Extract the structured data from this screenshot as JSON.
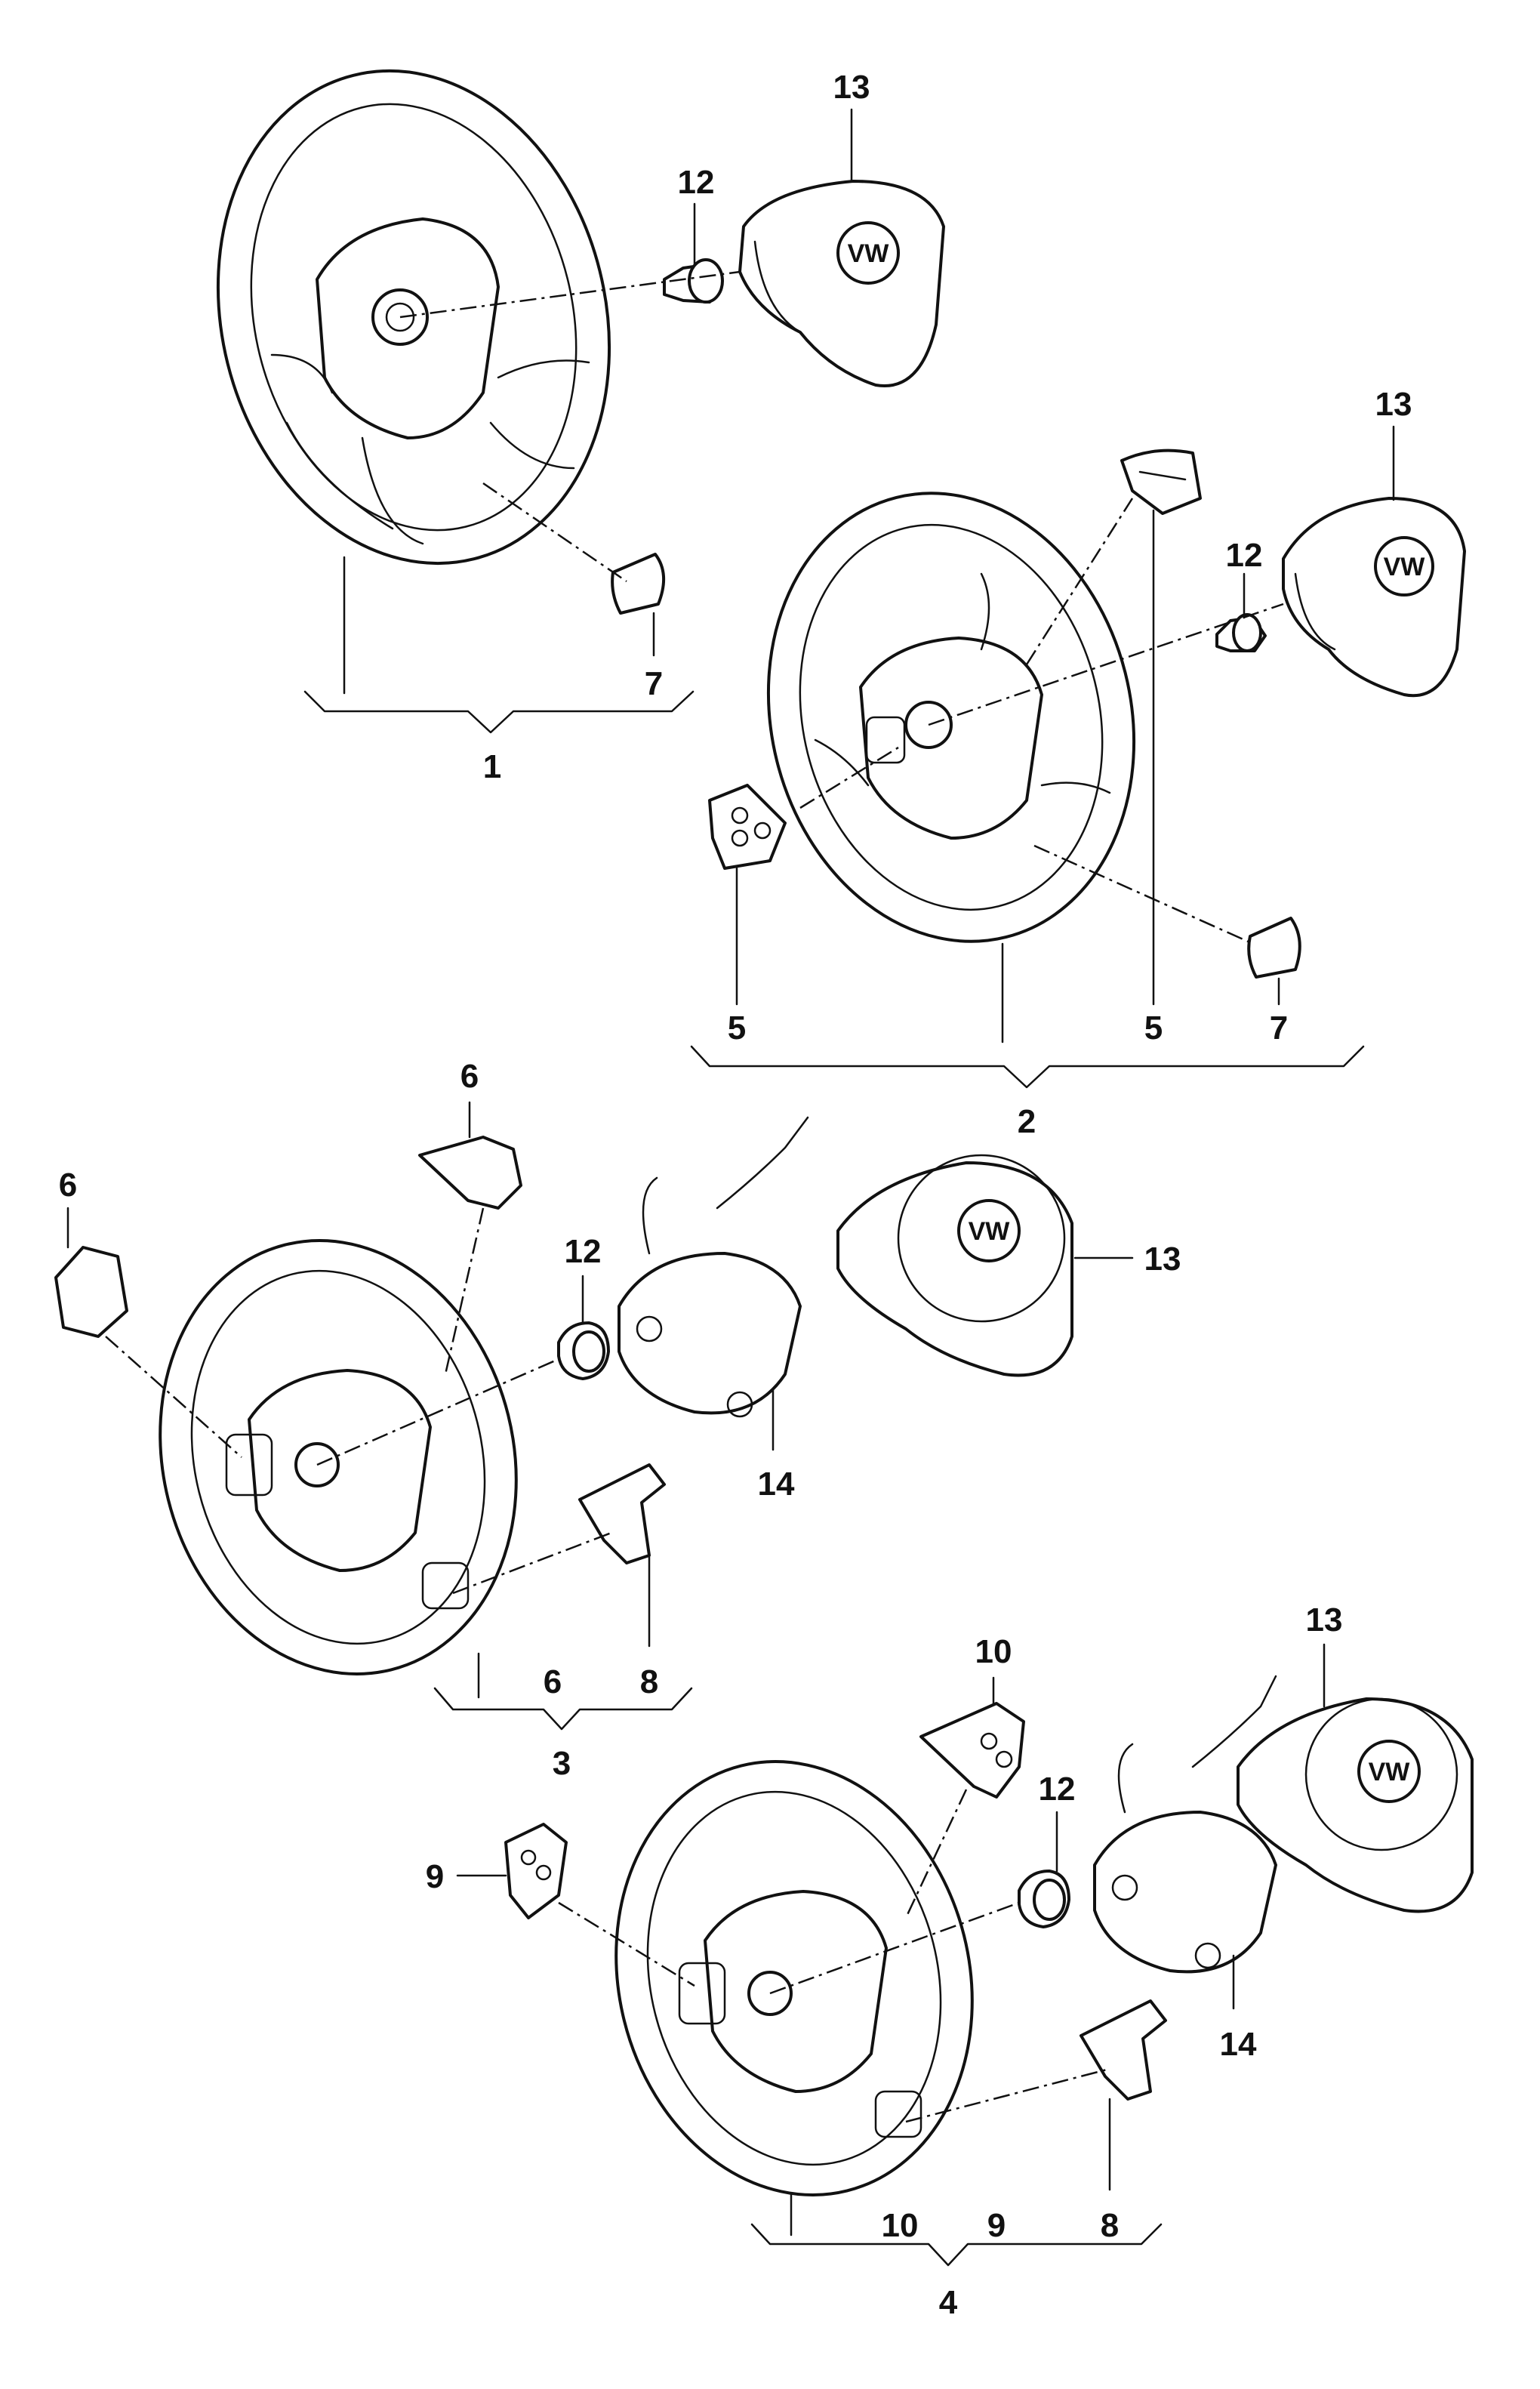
{
  "callouts": {
    "c1": "1",
    "c2": "2",
    "c3": "3",
    "c4": "4",
    "c5a": "5",
    "c5b": "5",
    "c6a": "6",
    "c6b": "6",
    "c6c": "6",
    "c7a": "7",
    "c7b": "7",
    "c8a": "8",
    "c8b": "8",
    "c9a": "9",
    "c9b": "9",
    "c10a": "10",
    "c10b": "10",
    "c12a": "12",
    "c12b": "12",
    "c12c": "12",
    "c12d": "12",
    "c13a": "13",
    "c13b": "13",
    "c13c": "13",
    "c13d": "13",
    "c14a": "14",
    "c14b": "14"
  },
  "logo": {
    "text": "VW"
  },
  "colors": {
    "ink": "#111111",
    "paper": "#ffffff"
  }
}
